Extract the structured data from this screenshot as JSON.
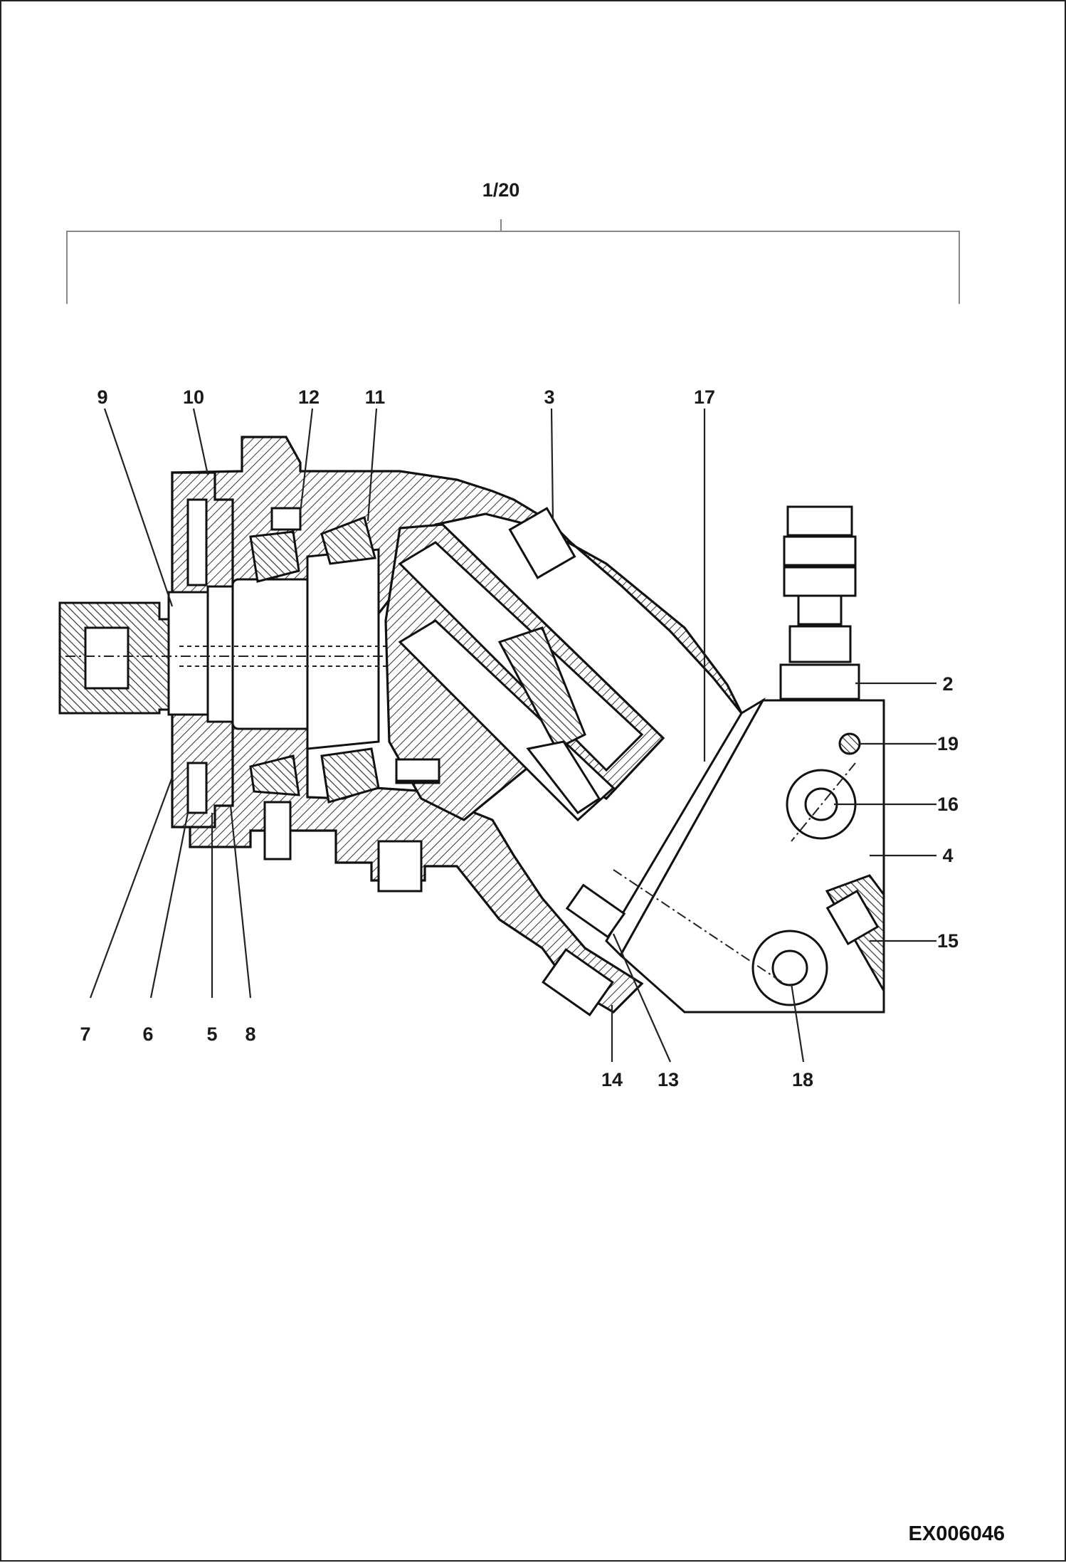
{
  "assembly_label": "1/20",
  "callouts": {
    "c9": "9",
    "c10": "10",
    "c12": "12",
    "c11": "11",
    "c3": "3",
    "c17": "17",
    "c2": "2",
    "c19": "19",
    "c16": "16",
    "c4": "4",
    "c15": "15",
    "c7": "7",
    "c6": "6",
    "c5": "5",
    "c8": "8",
    "c14": "14",
    "c13": "13",
    "c18": "18"
  },
  "reference_code": "EX006046"
}
